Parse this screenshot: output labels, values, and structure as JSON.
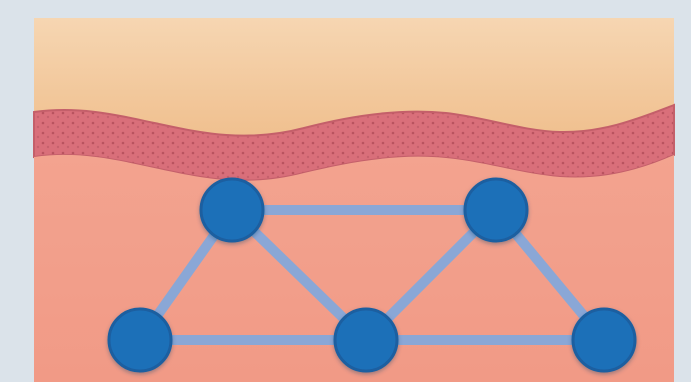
{
  "diagram": {
    "palette": {
      "background": "#dbe3ea",
      "frame": "#d6dde3",
      "surface_layer": "#f2c79c",
      "surface_layer_light": "#f6d6b2",
      "textured_band": "#d96f7a",
      "textured_dots": "#b9535f",
      "tissue": "#f2a08a",
      "tissue_dark": "#ea8f7b",
      "node_fill": "#1f6fb8",
      "node_stroke": "#1a5ea0",
      "edge_color": "#8aa7d6"
    },
    "layers": [
      {
        "name": "upper-layer-icon"
      },
      {
        "name": "textured-band-icon"
      },
      {
        "name": "tissue-region-icon"
      }
    ],
    "nodes": [
      {
        "name": "node-top-left"
      },
      {
        "name": "node-top-right"
      },
      {
        "name": "node-bottom-left"
      },
      {
        "name": "node-bottom-center"
      },
      {
        "name": "node-bottom-right"
      }
    ],
    "edges": [
      {
        "from": "node-top-left",
        "to": "node-top-right"
      },
      {
        "from": "node-top-left",
        "to": "node-bottom-left"
      },
      {
        "from": "node-top-left",
        "to": "node-bottom-center"
      },
      {
        "from": "node-top-right",
        "to": "node-bottom-center"
      },
      {
        "from": "node-top-right",
        "to": "node-bottom-right"
      },
      {
        "from": "node-bottom-left",
        "to": "node-bottom-center"
      },
      {
        "from": "node-bottom-center",
        "to": "node-bottom-right"
      }
    ]
  }
}
